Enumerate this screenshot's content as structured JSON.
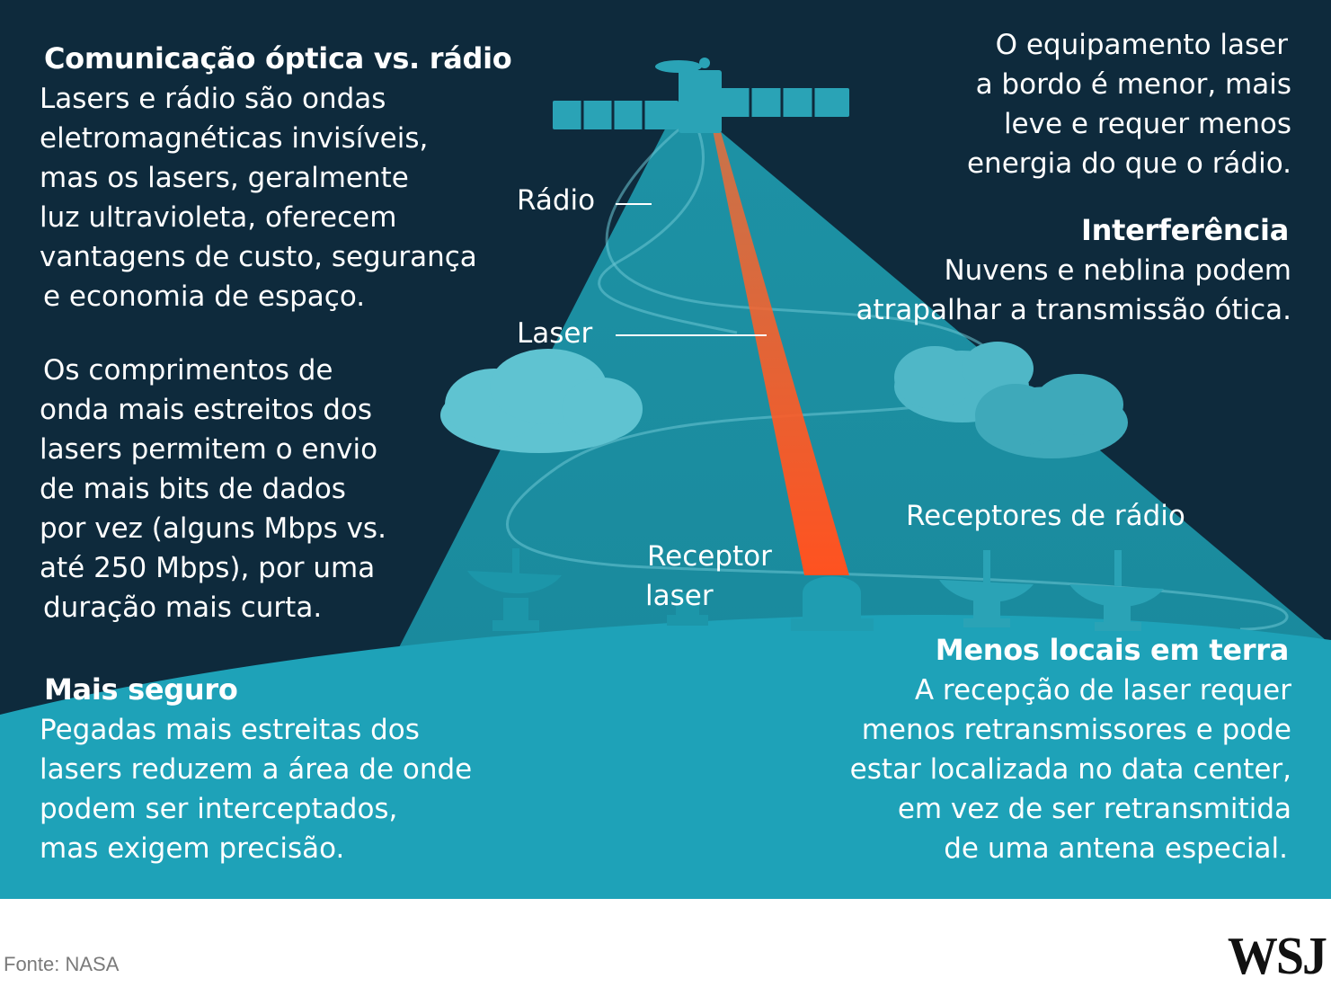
{
  "colors": {
    "sky": "#0e2a3c",
    "beam_cone": "#1c8fa3",
    "ground": "#1ea2b8",
    "laser": "#ff5a24",
    "cloud": "#5fc3d1",
    "text": "#ffffff"
  },
  "icons": [
    "satellite-icon",
    "radio-dish-icon",
    "observatory-icon",
    "cloud-icon"
  ],
  "left": {
    "section1": {
      "heading": "Comunicação óptica vs. rádio",
      "lines": [
        "Lasers e rádio são ondas",
        "eletromagnéticas invisíveis,",
        "mas os lasers, geralmente",
        "luz ultravioleta, oferecem",
        "vantagens de custo, segurança",
        "e economia de espaço."
      ]
    },
    "section2": {
      "lines": [
        "Os comprimentos de",
        "onda mais estreitos dos",
        "lasers permitem o envio",
        "de mais bits de dados",
        "por vez (alguns Mbps vs.",
        "até 250 Mbps), por uma",
        "duração mais curta."
      ]
    },
    "section3": {
      "heading": "Mais seguro",
      "lines": [
        "Pegadas mais estreitas dos",
        "lasers reduzem a área de onde",
        "podem ser interceptados,",
        "mas exigem precisão."
      ]
    }
  },
  "right": {
    "section1": {
      "lines": [
        "O equipamento laser",
        "a bordo é menor, mais",
        "leve e requer menos",
        "energia do que o rádio."
      ]
    },
    "section2": {
      "heading": "Interferência",
      "lines": [
        "Nuvens e neblina podem",
        "atrapalhar a transmissão ótica."
      ]
    },
    "section3": {
      "heading": "Menos locais em terra",
      "lines": [
        "A recepção de laser requer",
        "menos retransmissores e pode",
        "estar localizada no data center,",
        "em vez de ser retransmitida",
        "de uma antena especial."
      ]
    }
  },
  "labels": {
    "radio": "Rádio",
    "laser": "Laser",
    "laser_receiver_line1": "Receptor",
    "laser_receiver_line2": "laser",
    "radio_receivers": "Receptores de rádio"
  },
  "footer": {
    "source": "Fonte: NASA",
    "logo": "WSJ"
  }
}
